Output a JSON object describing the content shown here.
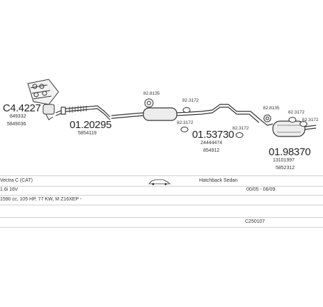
{
  "parts": {
    "manifold": {
      "number": "C4.4227",
      "ref1": "849332",
      "ref2": "5849036"
    },
    "front_pipe": {
      "number": "01.20295",
      "ref1": "5854119"
    },
    "clamp_a": {
      "number": "82.8135"
    },
    "hanger_a": {
      "number": "82.3172"
    },
    "hanger_b": {
      "number": "82.3172"
    },
    "middle": {
      "number": "01.53730",
      "ref1": "24444474",
      "ref2": "854912"
    },
    "hanger_c": {
      "number": "82.3172"
    },
    "clamp_b": {
      "number": "82.8135"
    },
    "hanger_d": {
      "number": "82.3172"
    },
    "hanger_e": {
      "number": "82.3172"
    },
    "rear": {
      "number": "01.98370",
      "ref1": "13101997",
      "ref2": "5852312"
    }
  },
  "info": {
    "model": "Vectra C (CAT)",
    "body": "Hatchback Sedan",
    "engine": "1.6i 16V",
    "years": "00/05 - 06/09",
    "spec": "1590 cc, 105 HP, 77 KW, M Z16XEP -",
    "code": "C250107"
  }
}
